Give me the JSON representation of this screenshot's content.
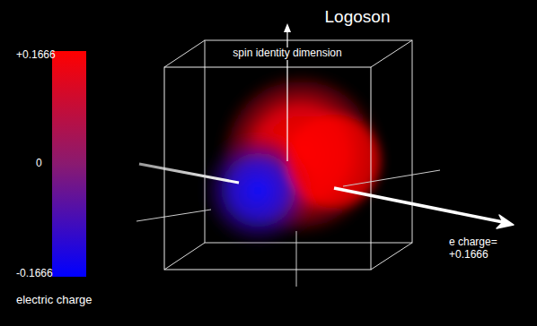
{
  "diagram": {
    "title": "Logoson",
    "labels": [
      "+0.1666",
      "0",
      "-0.1666",
      "electric charge",
      "spin identity dimension",
      "e charge= +0.1666"
    ]
  }
}
